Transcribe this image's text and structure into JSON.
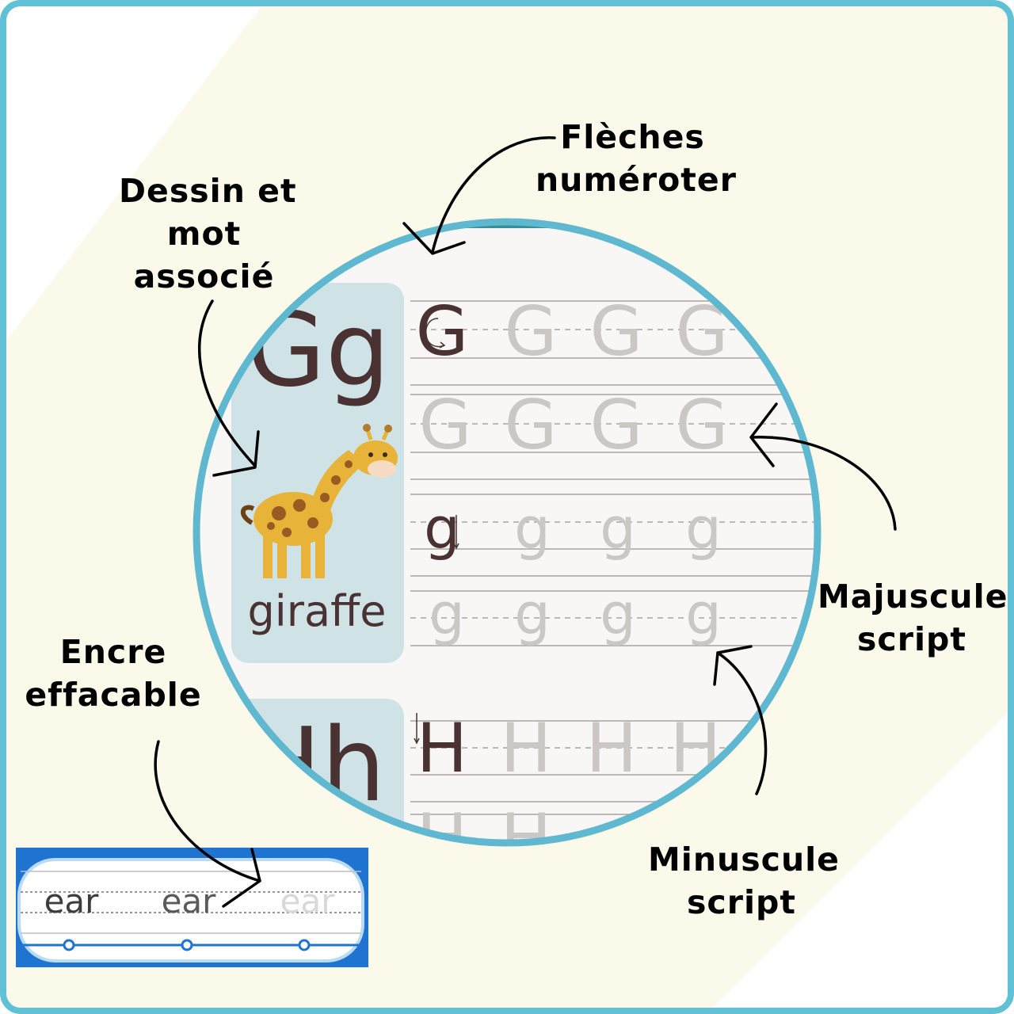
{
  "colors": {
    "frame_border": "#5fc0d6",
    "cream_bg": "#fbf9ea",
    "circle_border": "#5fb8d0",
    "card_bg": "#cfe3e6",
    "letter_dark": "#4a3233",
    "trace_gray": "#cbc7c5",
    "giraffe_yellow": "#e8b339",
    "giraffe_spots": "#9a5b23",
    "sample_blue": "#1f74d2"
  },
  "callouts": {
    "drawing": [
      "Dessin et",
      "mot",
      "associé"
    ],
    "arrows": [
      "Flèches",
      "numéroter"
    ],
    "uppercase": [
      "Majuscule",
      "script"
    ],
    "ink": [
      "Encre",
      "effacable"
    ],
    "lowercase": [
      "Minuscule",
      "script"
    ]
  },
  "worksheet": {
    "card_g_letters": "Gg",
    "card_g_word": "giraffe",
    "card_h_letters": "Hh",
    "uppercase_g": "G",
    "lowercase_g": "g",
    "uppercase_h": "H",
    "illustration": "giraffe-icon"
  },
  "sample_strip": {
    "words": [
      "ear",
      "ear",
      "ear"
    ]
  }
}
